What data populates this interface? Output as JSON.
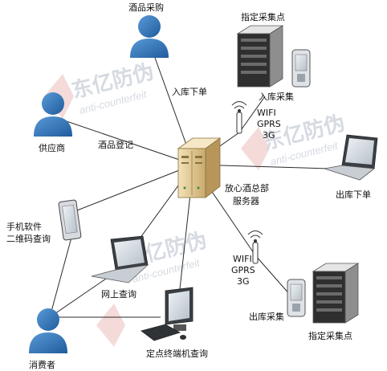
{
  "colors": {
    "line": "#2b2b2b",
    "person_fill": "#2f73b6",
    "person_shade": "#1e5289",
    "watermark": "#c9ced8",
    "watermark_red": "#e7b1ad"
  },
  "watermark": {
    "brand": "东亿防伪",
    "tagline": "anti-counterfeit"
  },
  "center": {
    "line1": "放心酒总部",
    "line2": "服务器"
  },
  "nodes": {
    "purchase": "酒品采购",
    "inbound_order": "入库下单",
    "designated_top": "指定采集点",
    "inbound_collect": "入库采集",
    "wireless_top": {
      "l1": "WIFI",
      "l2": "GPRS",
      "l3": "3G"
    },
    "supplier": "供应商",
    "register": "酒品登记",
    "outbound_order": "出库下单",
    "mobile_line1": "手机软件",
    "mobile_line2": "二维码查询",
    "online": "网上查询",
    "wireless_bottom": {
      "l1": "WIFI",
      "l2": "GPRS",
      "l3": "3G"
    },
    "outbound_collect": "出库采集",
    "designated_bottom": "指定采集点",
    "terminal": "定点终端机查询",
    "consumer": "消费者"
  }
}
